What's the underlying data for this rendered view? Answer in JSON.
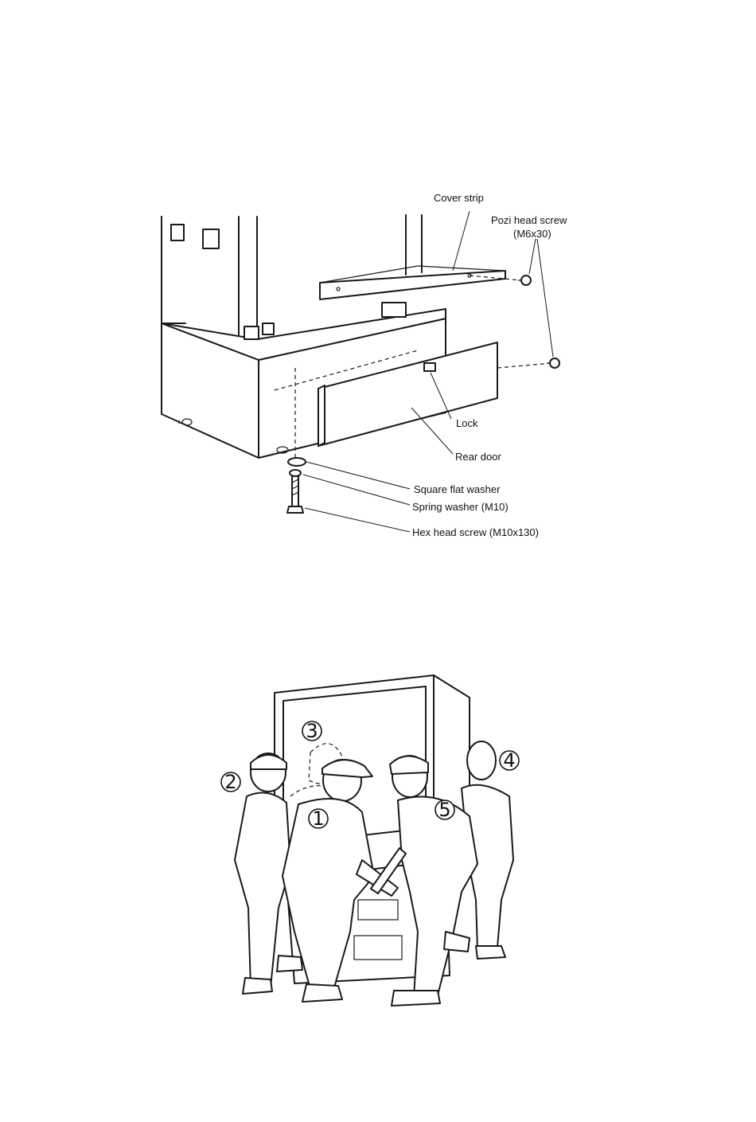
{
  "assembly_diagram": {
    "labels": {
      "cover_strip": "Cover strip",
      "pozi_screw": "Pozi head screw",
      "pozi_screw_size": "(M6x30)",
      "lock": "Lock",
      "rear_door": "Rear door",
      "square_flat_washer": "Square flat washer",
      "spring_washer": "Spring washer (M10)",
      "hex_head_screw": "Hex head screw (M10x130)"
    }
  },
  "lifting_diagram": {
    "person_numbers": [
      "1",
      "2",
      "3",
      "4",
      "5"
    ]
  }
}
